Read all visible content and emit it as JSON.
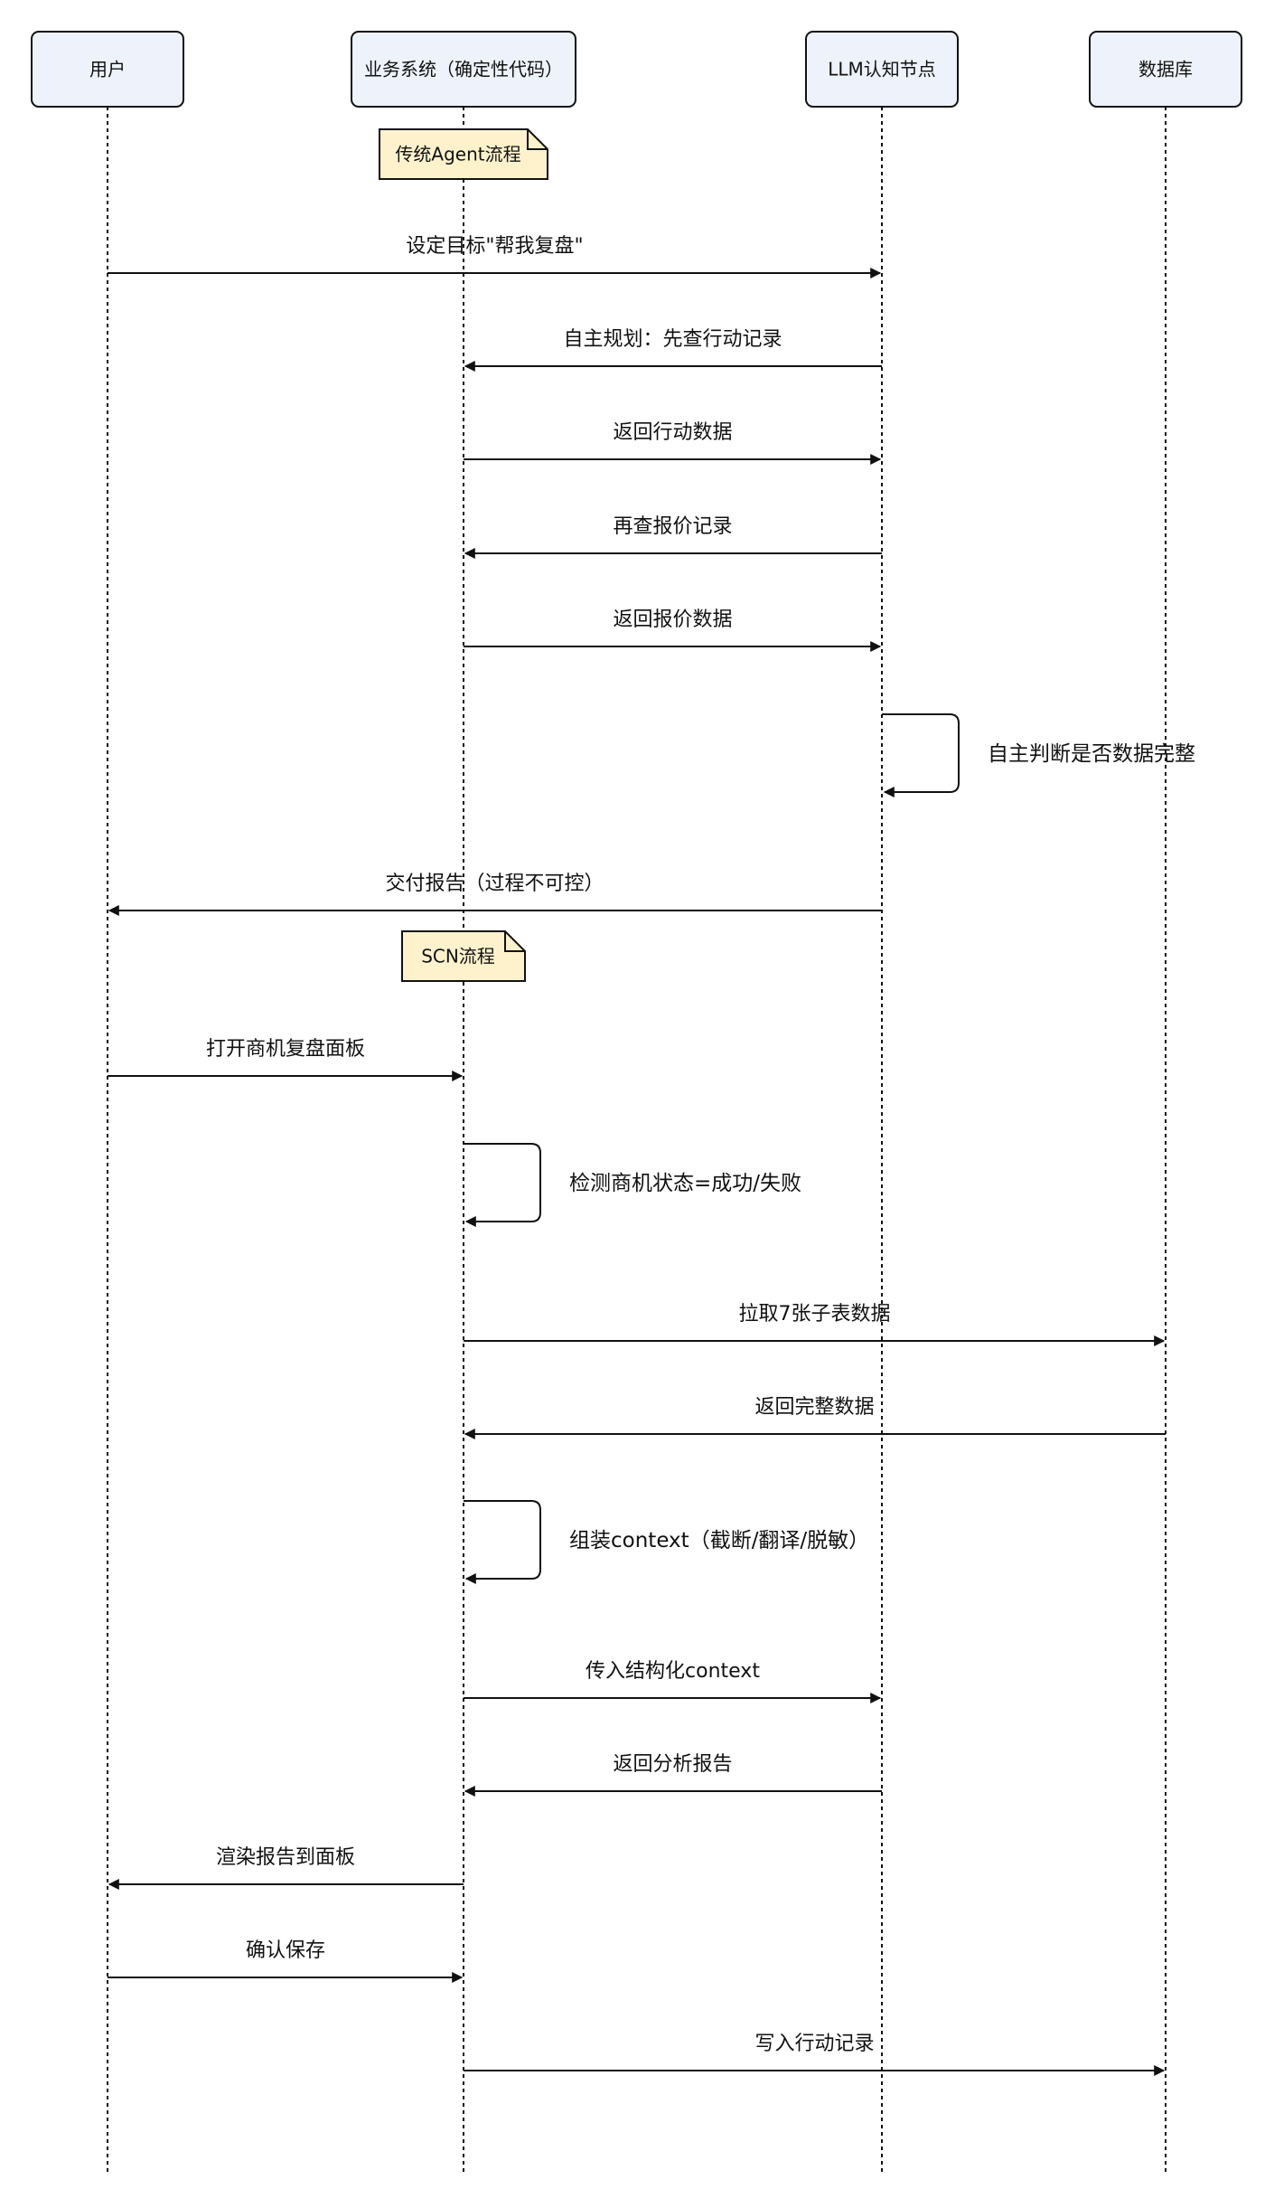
{
  "actors": [
    {
      "id": "user",
      "label": "用户"
    },
    {
      "id": "biz",
      "label": "业务系统（确定性代码）"
    },
    {
      "id": "llm",
      "label": "LLM认知节点"
    },
    {
      "id": "db",
      "label": "数据库"
    }
  ],
  "notes": [
    {
      "text": "传统Agent流程",
      "over": "biz"
    },
    {
      "text": "SCN流程",
      "over": "biz"
    }
  ],
  "messages": [
    {
      "from": "user",
      "to": "llm",
      "text": "设定目标\"帮我复盘\""
    },
    {
      "from": "llm",
      "to": "biz",
      "text": "自主规划：先查行动记录"
    },
    {
      "from": "biz",
      "to": "llm",
      "text": "返回行动数据"
    },
    {
      "from": "llm",
      "to": "biz",
      "text": "再查报价记录"
    },
    {
      "from": "biz",
      "to": "llm",
      "text": "返回报价数据"
    },
    {
      "from": "llm",
      "to": "llm",
      "text": "自主判断是否数据完整"
    },
    {
      "from": "llm",
      "to": "user",
      "text": "交付报告（过程不可控）"
    },
    {
      "from": "user",
      "to": "biz",
      "text": "打开商机复盘面板"
    },
    {
      "from": "biz",
      "to": "biz",
      "text": "检测商机状态=成功/失败"
    },
    {
      "from": "biz",
      "to": "db",
      "text": "拉取7张子表数据"
    },
    {
      "from": "db",
      "to": "biz",
      "text": "返回完整数据"
    },
    {
      "from": "biz",
      "to": "biz",
      "text": "组装context（截断/翻译/脱敏）"
    },
    {
      "from": "biz",
      "to": "llm",
      "text": "传入结构化context"
    },
    {
      "from": "llm",
      "to": "biz",
      "text": "返回分析报告"
    },
    {
      "from": "biz",
      "to": "user",
      "text": "渲染报告到面板"
    },
    {
      "from": "user",
      "to": "biz",
      "text": "确认保存"
    },
    {
      "from": "biz",
      "to": "db",
      "text": "写入行动记录"
    }
  ],
  "colors": {
    "actor_fill": "#eef2fb",
    "note_fill": "#fdf2cc",
    "line": "#111111"
  }
}
